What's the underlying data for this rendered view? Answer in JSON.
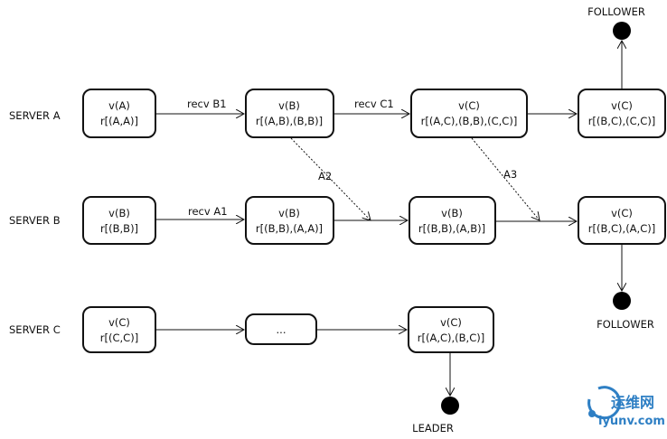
{
  "servers": [
    {
      "label": "SERVER A"
    },
    {
      "label": "SERVER B"
    },
    {
      "label": "SERVER C"
    }
  ],
  "nodes": {
    "a1": {
      "line1": "v(A)",
      "line2": "r[(A,A)]"
    },
    "a2": {
      "line1": "v(B)",
      "line2": "r[(A,B),(B,B)]"
    },
    "a3": {
      "line1": "v(C)",
      "line2": "r[(A,C),(B,B),(C,C)]"
    },
    "a4": {
      "line1": "v(C)",
      "line2": "r[(B,C),(C,C)]"
    },
    "b1": {
      "line1": "v(B)",
      "line2": "r[(B,B)]"
    },
    "b2": {
      "line1": "v(B)",
      "line2": "r[(B,B),(A,A)]"
    },
    "b3": {
      "line1": "v(B)",
      "line2": "r[(B,B),(A,B)]"
    },
    "b4": {
      "line1": "v(C)",
      "line2": "r[(B,C),(A,C)]"
    },
    "c1": {
      "line1": "v(C)",
      "line2": "r[(C,C)]"
    },
    "c2": {
      "line1": "..."
    },
    "c3": {
      "line1": "v(C)",
      "line2": "r[(A,C),(B,C)]"
    }
  },
  "edge_labels": {
    "recv_b1": "recv B1",
    "recv_c1": "recv C1",
    "recv_a1": "recv A1",
    "a2": "A2",
    "a3": "A3"
  },
  "terminals": {
    "follower_a": "FOLLOWER",
    "follower_b": "FOLLOWER",
    "leader_c": "LEADER"
  },
  "watermark": {
    "text": "运维网",
    "url": "iyunv.com",
    "color": "#2e7fc4"
  }
}
